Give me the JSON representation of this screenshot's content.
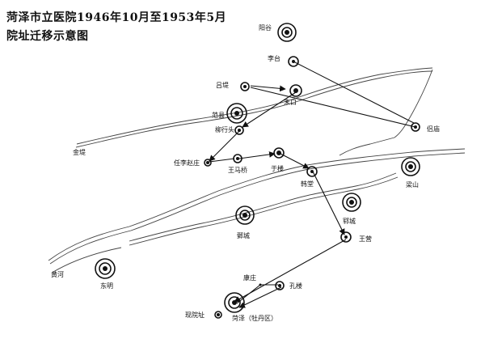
{
  "title": [
    "菏泽市立医院1946年10月至1953年5月",
    "院址迁移示意图"
  ],
  "places": {
    "yanggu": "阳谷",
    "litai": "李台",
    "lvti": "吕堤",
    "fanxian": "范县",
    "mokou": "末口",
    "liuxingtou": "柳行头",
    "jinti": "金堤",
    "renlizhaozhuang": "任李赵庄",
    "wangmaqiao": "王马桥",
    "yulou": "于楼",
    "hantang": "韩堂",
    "liangshan": "梁山",
    "danmiao": "侣庙",
    "yuncheng": "郓城",
    "juancheng": "鄄城",
    "wangzhuang": "王营",
    "huanghe": "黄河",
    "dongming": "东明",
    "kangzhuang": "康庄",
    "konglou": "孔楼",
    "current_site": "现院址",
    "heze": "菏泽（牡丹区）"
  },
  "colors": {
    "ink": "#111111",
    "river": "#444444",
    "background": "#ffffff"
  }
}
